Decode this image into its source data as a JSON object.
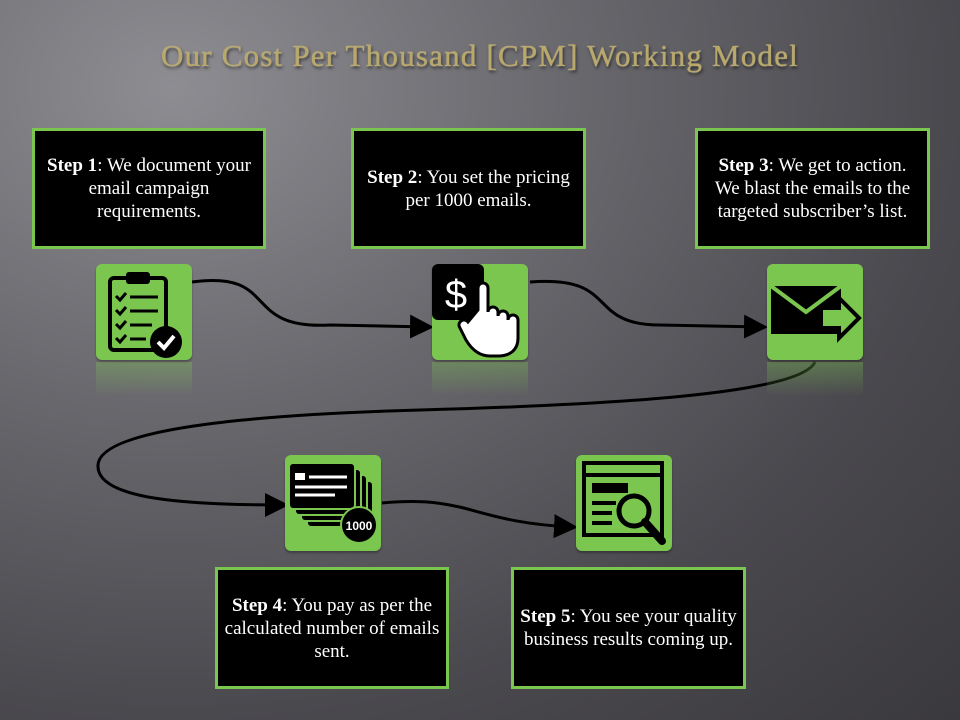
{
  "title": "Our Cost Per Thousand [CPM] Working Model",
  "steps": [
    {
      "label": "Step 1",
      "text": ": We document your email campaign requirements.",
      "icon": "clipboard-check-icon"
    },
    {
      "label": "Step 2",
      "text": ": You set the pricing per 1000 emails.",
      "icon": "dollar-click-icon"
    },
    {
      "label": "Step 3",
      "text": ": We get to action. We blast the emails to the targeted subscriber’s list.",
      "icon": "email-send-icon"
    },
    {
      "label": "Step 4",
      "text": ": You pay as per the calculated number of emails sent.",
      "icon": "stacked-cards-icon",
      "badge": "1000"
    },
    {
      "label": "Step 5",
      "text": ": You see your quality business results coming up.",
      "icon": "report-magnifier-icon"
    }
  ],
  "colors": {
    "accent": "#7bc64f",
    "box_bg": "#000000",
    "title": "#b9a86a"
  }
}
